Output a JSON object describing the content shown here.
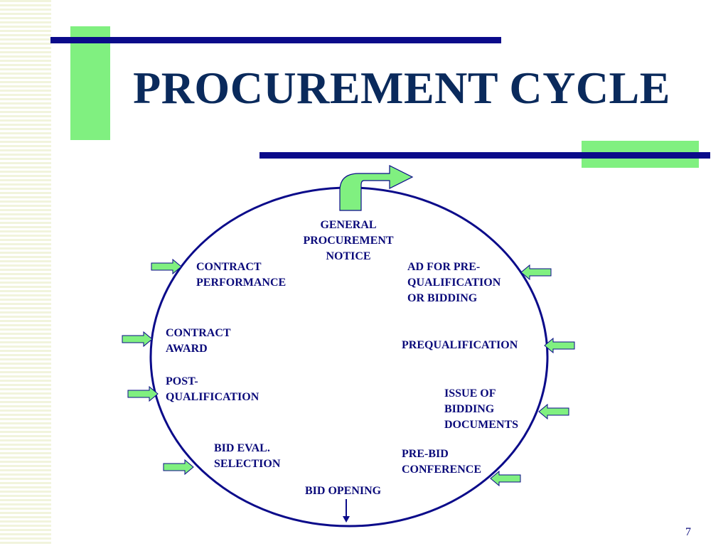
{
  "title": "PROCUREMENT CYCLE",
  "cycle": {
    "general_notice": "GENERAL\nPROCUREMENT\nNOTICE",
    "ad_prequal": "AD FOR PRE-\nQUALIFICATION\nOR BIDDING",
    "prequalification": "PREQUALIFICATION",
    "issue_docs": "ISSUE OF\nBIDDING\nDOCUMENTS",
    "prebid": "PRE-BID\nCONFERENCE",
    "bid_opening": "BID OPENING",
    "bid_eval": "BID EVAL.\nSELECTION",
    "post_qual": "POST-\nQUALIFICATION",
    "contract_award": "CONTRACT\nAWARD",
    "contract_performance": "CONTRACT\nPERFORMANCE"
  },
  "page_number": "7",
  "colors": {
    "navy": "#0b0b8a",
    "green": "#80f080",
    "title": "#0a2a5c"
  }
}
